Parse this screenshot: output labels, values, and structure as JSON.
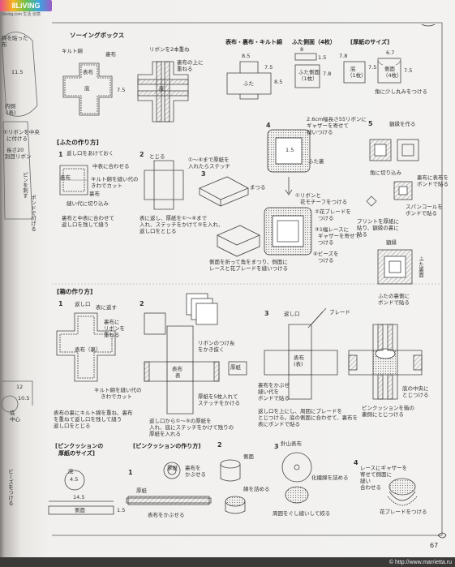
{
  "watermark": {
    "logo": "8LiVING",
    "url": "8living.com  生活·创意"
  },
  "footer": {
    "page": "67",
    "url": "© http://www.marrietta.ru"
  },
  "left_margin": {
    "t1": "綿を貼った",
    "t2": "布",
    "t3": "11.5",
    "t4": "内側",
    "t5": "(表)",
    "t6": "①リボンを中央",
    "t7": "に付ける",
    "t8": "長さ20",
    "t9": "別目リボン",
    "t10": "ピンを刺す",
    "t11": "ポンドで付ける",
    "t12": "12",
    "t13": "10.5",
    "t14": "底",
    "t15": "中心",
    "t16": "ビーズをつける"
  },
  "sewing_box": {
    "title": "ソーイングボックス",
    "heading_fabric": "表布・裏布・キルト綿",
    "heading_lid_side": "ふた側面（4枚）",
    "heading_cardboard": "[厚紙のサイズ]",
    "dim_7_5a": "7.5",
    "dim_8_5": "8.5",
    "dim_7_5b": "7.5",
    "dim_8_5b": "8.5",
    "dim_8": "8",
    "dim_1_5": "1.5",
    "dim_7_8": "7.8",
    "dim_7_8b": "7.8",
    "dim_6_7": "6.7",
    "dim_7_5c": "7.5",
    "dim_7_5d": "7.5",
    "lbl_cotton": "キルト綿",
    "lbl_omote": "表布",
    "lbl_bottom": "底",
    "lbl_ura": "裏布",
    "lbl_ribbon": "リボンを2本重ね",
    "lbl_ura_on": "裏布の上に",
    "lbl_kasane": "重ねる",
    "lbl_bottom2": "底",
    "lbl_lid": "ふた",
    "lbl_lid_side": "ふた側面",
    "lbl_one": "（1枚）",
    "lbl_bottom3": "底",
    "lbl_one2": "（1枚）",
    "lbl_side4": "側面",
    "lbl_four": "（4枚）",
    "lbl_round": "角に少し丸みをつける"
  },
  "lid_steps": {
    "title": "[ふたの作り方]",
    "s1": "1",
    "s2": "2",
    "s3": "3",
    "s4": "4",
    "s5": "5",
    "a1": "返し口をあけておく",
    "a2": "中表に合わせる",
    "a3": "キルト綿を縫い代の",
    "a4": "きわでカット",
    "a5": "表布",
    "a6": "裏布",
    "a7": "縫い代に切り込み",
    "a8": "裏布と中表に合わせて",
    "a9": "返し口を残して縫う",
    "b1": "①〜④まで厚紙を",
    "b2": "入れたらステッチ",
    "b3": "とじる",
    "b4": "表に返し、厚紙を①〜④まで",
    "b5": "入れ、ステッチをかけて⑤を入れ、",
    "b6": "返し口をとじる",
    "c1": "まつる",
    "c2": "側面を折って角をまつり、側面に",
    "c3": "レースと花ブレードを縫いつける",
    "d1": "2.6cm幅長さ55リボンに",
    "d2": "ギャザーを寄せて",
    "d3": "縫いつける",
    "d4": "1.5",
    "d5": "ふた裏",
    "d6": "①リボンと",
    "d7": "花モチーフをつける",
    "d8": "②花ブレードを",
    "d9": "つける",
    "d10": "③1幅レースに",
    "d11": "ギャザーを寄せて",
    "d12": "つける",
    "d13": "④ビーズを",
    "d14": "つける",
    "e1": "額縁を作る",
    "e2": "角に切り込み",
    "e3": "裏布に表布を",
    "e4": "ボンドで貼る",
    "e5": "スパンコールを",
    "e6": "ボンドで貼る",
    "e7": "プリントを厚紙に",
    "e8": "貼り、額縁の裏に",
    "e9": "貼る",
    "e10": "額縁",
    "e11": "ふたの裏側に",
    "e12": "ボンドで貼る",
    "e13": "ふた裏面"
  },
  "box_steps": {
    "title": "[箱の作り方]",
    "s1": "1",
    "s2": "2",
    "s3": "3",
    "a1": "返し口",
    "a2": "表に返す",
    "a3": "裏布に",
    "a4": "リボンを",
    "a5": "重ねる",
    "a6": "表布（裏）",
    "a7": "キルト綿を縫い代の",
    "a8": "きわでカット",
    "a9": "表布の裏にキルト綿を重ね、裏布",
    "a10": "を重ねて返し口を残して縫う",
    "a11": "返し口をとじる",
    "b1": "リボンのつけ糸",
    "b2": "をかき抜く",
    "b3": "厚紙",
    "b4": "表布",
    "b5": "表",
    "b6": "厚紙を5枚入れて",
    "b7": "ステッチをかける",
    "b8": "返し口から①〜⑤の厚紙を",
    "b9": "入れ、底にステッチをかけて残りの",
    "b10": "厚紙を入れる",
    "c1": "返し口を上に",
    "c2": "ブレード",
    "c3": "表布",
    "c4": "(表)",
    "c5": "裏布をかぶせ",
    "c6": "縫い代を",
    "c7": "ボンドで貼る",
    "c8": "返し口を上にし、周囲にブレードを",
    "c9": "とじつける。底の側面に合わせて、裏布を",
    "c10": "表にボンドで貼る",
    "c11": "底の中央に",
    "c12": "とじつける",
    "c13": "ピンクッションを箱の",
    "c14": "裏側にとじつける"
  },
  "pin_size": {
    "title": "[ピンクッションの",
    "title2": "厚紙のサイズ]",
    "d1": "4.5",
    "d2": "底",
    "d3": "14.5",
    "d4": "側面",
    "d5": "1.5"
  },
  "pin_steps": {
    "title": "[ピンクッションの作り方]",
    "s1": "1",
    "s2": "2",
    "s3": "3",
    "s4": "4",
    "a1": "厚紙",
    "a2": "裏布を",
    "a3": "かぶせる",
    "a4": "表布をかぶせる",
    "a5": "厚紙",
    "b1": "側面",
    "b2": "綿を詰める",
    "c1": "針山表布",
    "c2": "化繊綿を詰める",
    "c3": "周囲をぐし縫いして絞る",
    "d1": "レースにギャザーを",
    "d2": "寄せて側面に",
    "d3": "縫い",
    "d4": "合わせる",
    "d5": "花ブレードをつける"
  }
}
